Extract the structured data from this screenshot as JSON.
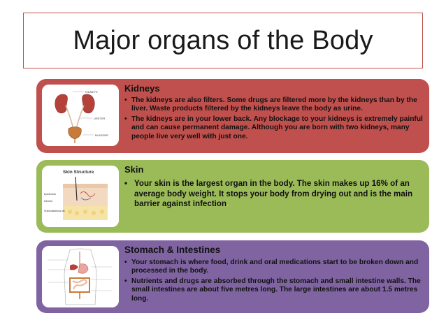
{
  "slide": {
    "title": "Major organs of the Body"
  },
  "sections": [
    {
      "heading": "Kidneys",
      "image_labels": [
        "KIDNEYS",
        "URETER",
        "BLADDER"
      ],
      "bullets": [
        "The kidneys are also filters. Some drugs are filtered more by the kidneys than by the liver. Waste products filtered by the kidneys leave the body as urine.",
        "The kidneys are in your lower back. Any blockage to your kidneys is extremely painful and can cause permanent damage. Although you are born with two kidneys, many people live very well with just one."
      ],
      "color": "#c0504d"
    },
    {
      "heading": "Skin",
      "image_title": "Skin Structure",
      "image_labels": [
        "Epidermis",
        "Dermis",
        "Subcutaneous fat"
      ],
      "bullets": [
        "Your skin is the largest organ in the body. The skin makes up 16% of an average body weight. It stops your body from drying out and is the main barrier against infection"
      ],
      "trailing": ".",
      "color": "#9bbb59"
    },
    {
      "heading": "Stomach & Intestines",
      "bullets": [
        "Your stomach is where food, drink and oral medications start to be broken down and processed in the body.",
        "Nutrients and drugs are absorbed through the stomach and small intestine walls. The small intestines are about five metres long. The large intestines are about 1.5 metres long."
      ],
      "color": "#8064a2"
    }
  ]
}
